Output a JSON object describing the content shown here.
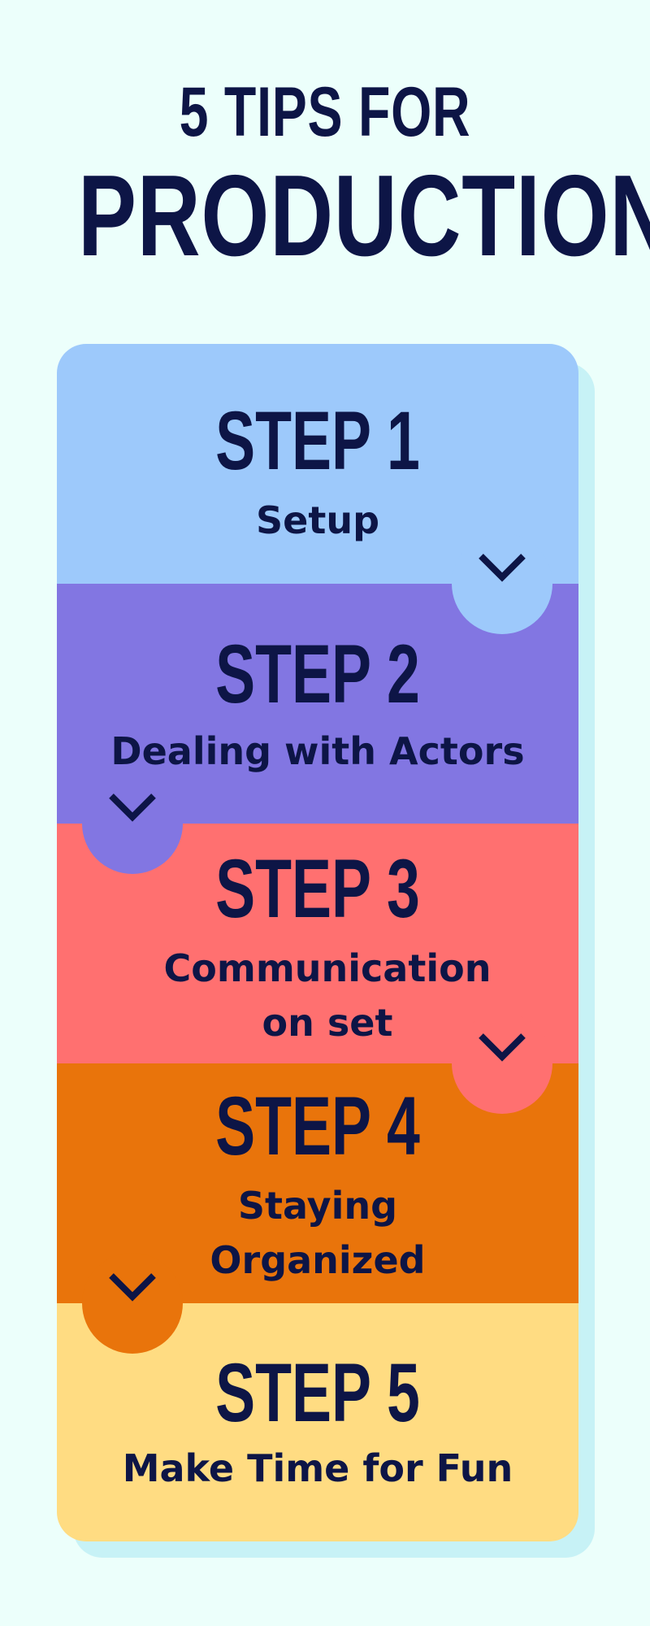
{
  "header": {
    "line1": "5 TIPS FOR",
    "line2": "PRODUCTION"
  },
  "steps": [
    {
      "title": "STEP 1",
      "subtitle": "Setup",
      "color": "#9dc9fb"
    },
    {
      "title": "STEP 2",
      "subtitle": "Dealing with Actors",
      "color": "#8276e2"
    },
    {
      "title": "STEP 3",
      "subtitle_line1": "Communication",
      "subtitle_line2": "on set",
      "color": "#ff7070"
    },
    {
      "title": "STEP 4",
      "subtitle_line1": "Staying",
      "subtitle_line2": "Organized",
      "color": "#e9740b"
    },
    {
      "title": "STEP 5",
      "subtitle": "Make Time for Fun",
      "color": "#ffdc82"
    }
  ],
  "icons": {
    "chevron": "chevron-down-icon"
  },
  "colors": {
    "background": "#ecfffb",
    "text": "#0d1546",
    "card_shadow": "#c7f2f6"
  }
}
